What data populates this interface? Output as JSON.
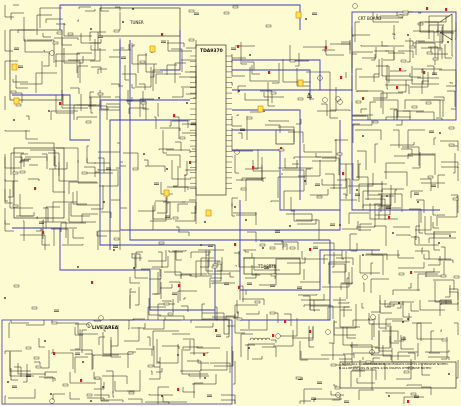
{
  "diagram": {
    "background": "#fdfbd2",
    "colors": {
      "wire_black": "#1a1a1a",
      "bus_blue": "#3b3bbf",
      "component_red": "#d42222",
      "highlight_orange": "#e07020",
      "highlight_yellow": "#ffe84a"
    },
    "labels": {
      "main_ic": "TDA9370",
      "sub_ic": "TDA8840",
      "crt_board": "CRT BOARD",
      "live_area": "LIVE   AREA",
      "tuner_block": "TUNER",
      "note_block": "NOTE: ALL CAPACITORS IN MICROFARADS UNLESS OTHERWISE NOTED. ALL RESISTORS IN OHMS 1/4W UNLESS OTHERWISE NOTED"
    }
  }
}
